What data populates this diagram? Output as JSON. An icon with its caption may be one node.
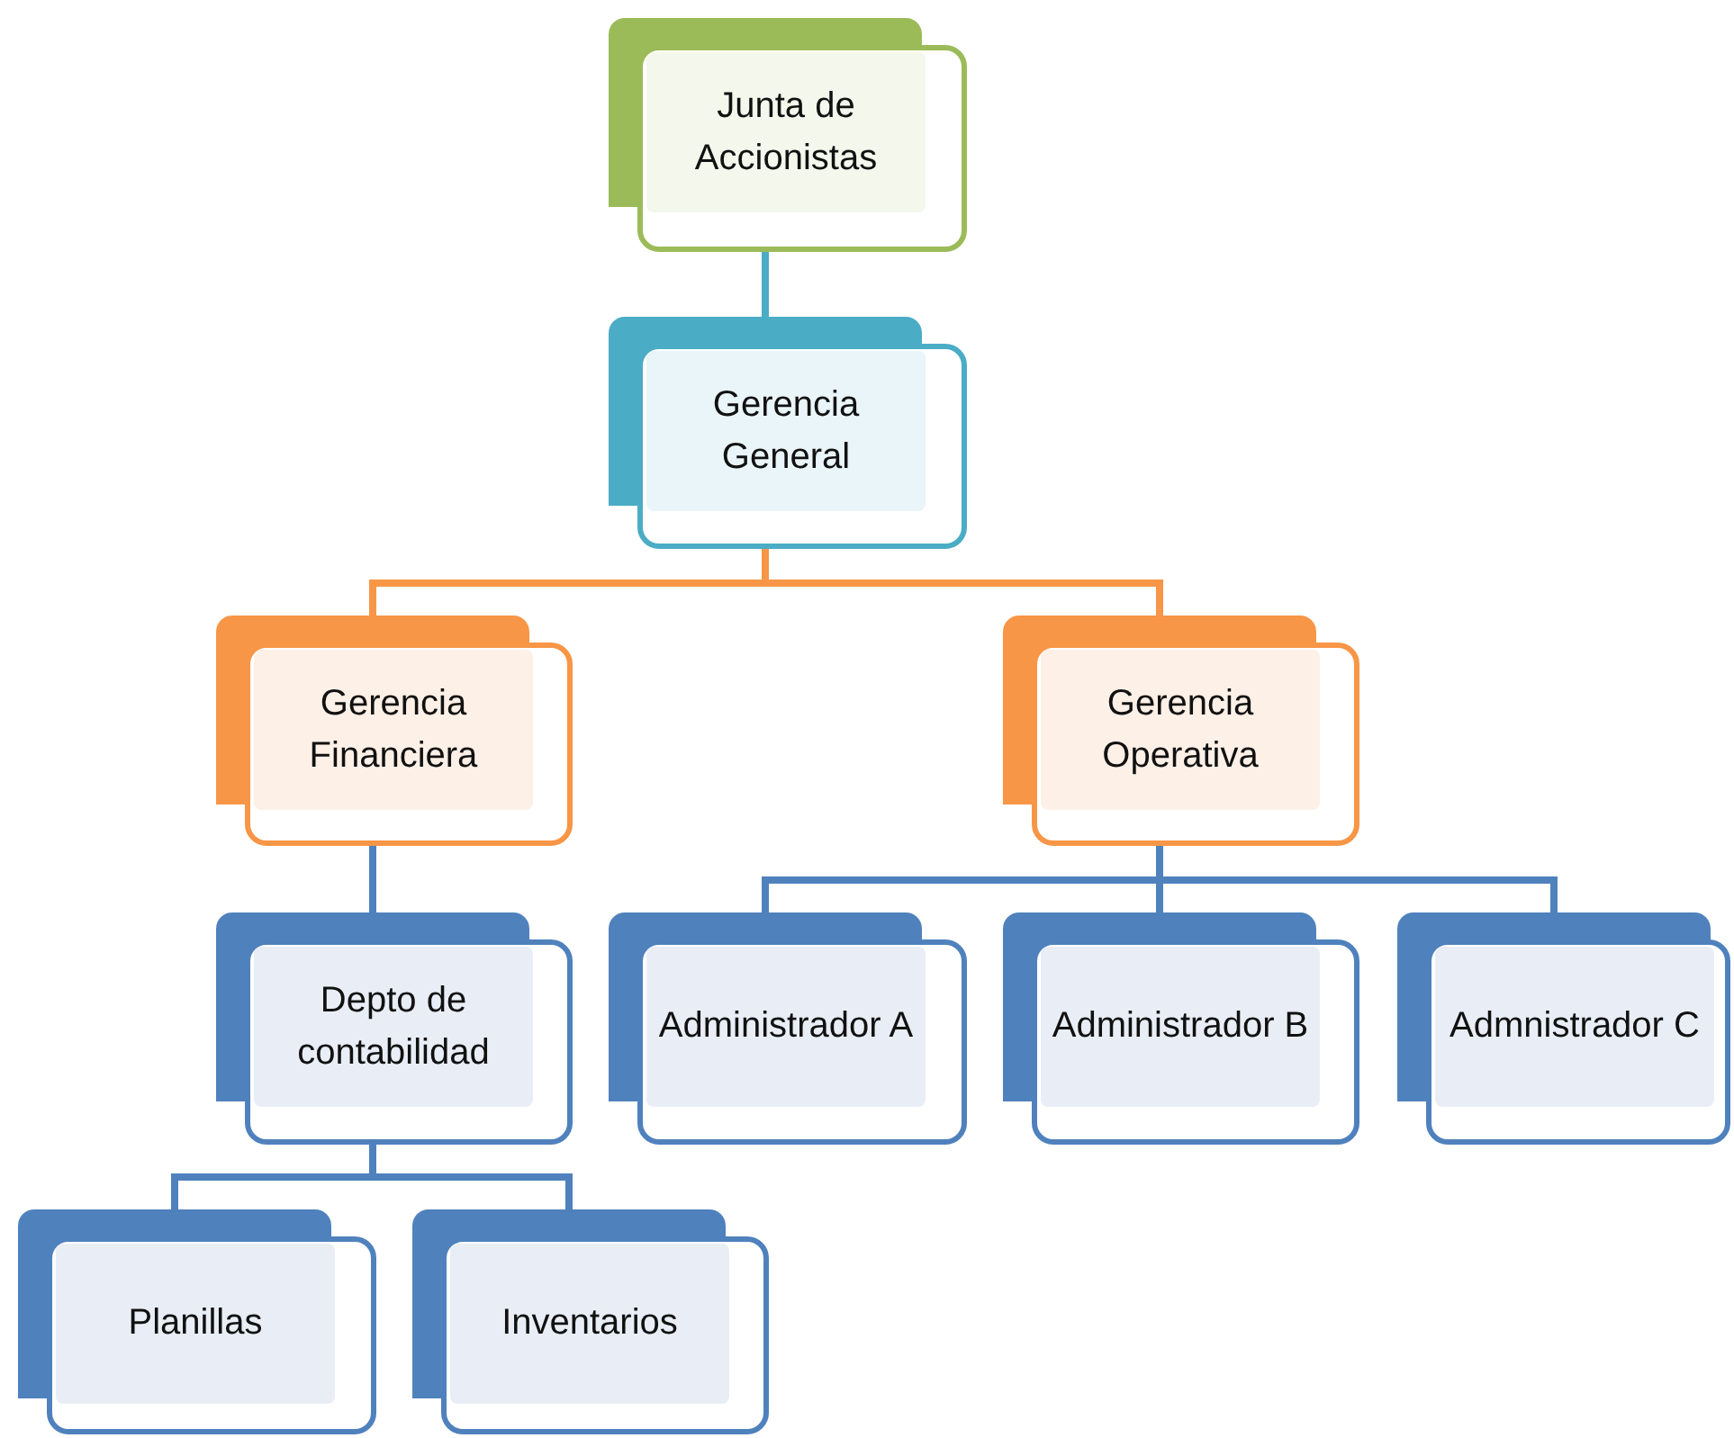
{
  "diagram": {
    "nodes": [
      {
        "text": [
          "Junta de Accionistas"
        ]
      },
      {
        "text": [
          "Gerencia General"
        ]
      },
      {
        "text": [
          "Gerencia Financiera"
        ]
      },
      {
        "text": [
          "Gerencia Operativa"
        ]
      },
      {
        "text": [
          "Depto de contabilidad"
        ]
      },
      {
        "text": [
          "Administrador A"
        ]
      },
      {
        "text": [
          "Administrador B"
        ]
      },
      {
        "text": [
          "Admnistrador C"
        ]
      },
      {
        "text": [
          "Planillas"
        ]
      },
      {
        "text": [
          "Inventarios"
        ]
      }
    ],
    "edges": [
      {
        "from": 0,
        "to": 1,
        "arrow": "none",
        "color": "#4bacc6"
      },
      {
        "from": 1,
        "to": 2,
        "arrow": "none",
        "color": "#f79646"
      },
      {
        "from": 1,
        "to": 3,
        "arrow": "none",
        "color": "#f79646"
      },
      {
        "from": 2,
        "to": 4,
        "arrow": "none"
      },
      {
        "from": 3,
        "to": 5,
        "arrow": "none"
      },
      {
        "from": 3,
        "to": 6,
        "arrow": "none"
      },
      {
        "from": 3,
        "to": 7,
        "arrow": "none"
      },
      {
        "from": 4,
        "to": 8,
        "arrow": "none"
      },
      {
        "from": 4,
        "to": 9,
        "arrow": "none"
      }
    ]
  }
}
